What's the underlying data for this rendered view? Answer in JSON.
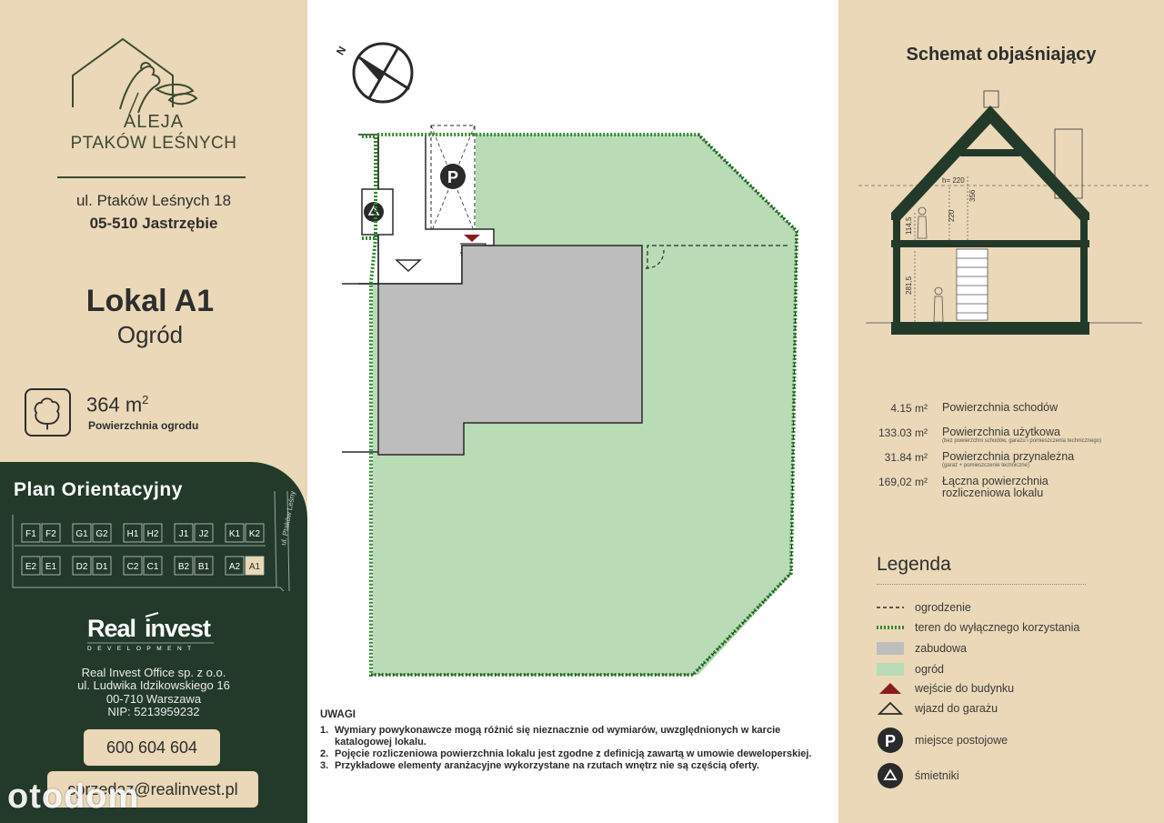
{
  "brand": {
    "logo_line1": "ALEJA",
    "logo_line2": "PTAKÓW LEŚNYCH"
  },
  "address": {
    "street": "ul. Ptaków Leśnych 18",
    "city": "05-510 Jastrzębie"
  },
  "unit": {
    "title": "Lokal A1",
    "subtitle": "Ogród",
    "area_value": "364 m",
    "area_unit_sup": "2",
    "area_label": "Powierzchnia ogrodu",
    "tree_icon": "tree-icon"
  },
  "orientation_plan": {
    "title": "Plan Orientacyjny",
    "street_label": "ul. Ptaków Leśnych",
    "top_row": [
      [
        "F1",
        "F2"
      ],
      [
        "G1",
        "G2"
      ],
      [
        "H1",
        "H2"
      ],
      [
        "J1",
        "J2"
      ],
      [
        "K1",
        "K2"
      ]
    ],
    "bottom_row": [
      [
        "E2",
        "E1"
      ],
      [
        "D2",
        "D1"
      ],
      [
        "C2",
        "C1"
      ],
      [
        "B2",
        "B1"
      ],
      [
        "A2",
        "A1"
      ]
    ],
    "highlighted": "A1",
    "highlight_color": "#ead8b8"
  },
  "developer": {
    "logo_text_main": "Real",
    "logo_text_accent": "invest",
    "logo_subtext": "DEVELOPMENT",
    "company": "Real Invest Office sp. z o.o.",
    "street": "ul. Ludwika Idzikowskiego 16",
    "city": "00-710 Warszawa",
    "nip": "NIP: 5213959232",
    "phone": "600 604 604",
    "email": "sprzedaz@realinvest.pl"
  },
  "watermark": "otodom",
  "plan": {
    "north_label": "N",
    "parking_label": "P",
    "colors": {
      "garden": "#b9dbb6",
      "building": "#bdbdbd",
      "private_boundary": "#2e8a2e",
      "entrance": "#8a1c1c",
      "dark": "#2a2a2a"
    }
  },
  "notes": {
    "title": "UWAGI",
    "items": [
      {
        "num": "1.",
        "text": "Wymiary powykonawcze mogą różnić się nieznacznie od wymiarów, uwzględnionych w karcie katalogowej lokalu."
      },
      {
        "num": "2.",
        "text": "Pojęcie rozliczeniowa powierzchnia lokalu jest zgodne z definicją zawartą w umowie deweloperskiej."
      },
      {
        "num": "3.",
        "text": "Przykładowe elementy aranżacyjne wykorzystane na rzutach wnętrz nie są częścią oferty."
      }
    ]
  },
  "schema": {
    "title": "Schemat objaśniający",
    "dims": {
      "h_attic": "h= 220",
      "d356": "356",
      "d220": "220",
      "d1145": "114,5",
      "d2815": "281,5"
    }
  },
  "stats": [
    {
      "value": "4.15 m²",
      "label": "Powierzchnia schodów",
      "note": ""
    },
    {
      "value": "133.03 m²",
      "label": "Powierzchnia użytkowa",
      "note": "(bez powierzchni schodów, garażu i pomieszczenia technicznego)"
    },
    {
      "value": "31.84 m²",
      "label": "Powierzchnia przynależna",
      "note": "(garaż + pomieszczenie techniczne)"
    },
    {
      "value": "169,02 m²",
      "label": "Łączna powierzchnia rozliczeniowa lokalu",
      "note": ""
    }
  ],
  "legend": {
    "title": "Legenda",
    "items": [
      {
        "key": "fence",
        "label": "ogrodzenie"
      },
      {
        "key": "private",
        "label": "teren do wyłącznego korzystania"
      },
      {
        "key": "building",
        "label": "zabudowa"
      },
      {
        "key": "garden",
        "label": "ogród"
      },
      {
        "key": "entrance",
        "label": "wejście do budynku"
      },
      {
        "key": "garage",
        "label": "wjazd do garażu"
      },
      {
        "key": "parking",
        "label": "miejsce postojowe",
        "symbol": "P"
      },
      {
        "key": "bins",
        "label": "śmietniki",
        "icon": "recycle-icon"
      }
    ]
  }
}
